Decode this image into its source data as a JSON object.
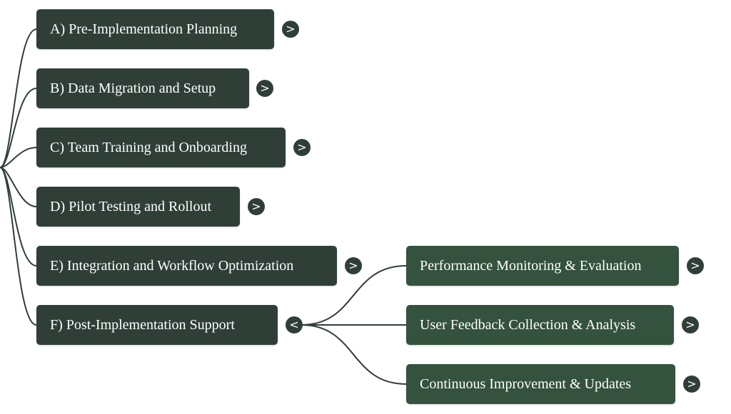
{
  "colors": {
    "main_node": "#2f3f38",
    "sub_node": "#34523d",
    "connector": "#2f3f38",
    "background": "#ffffff",
    "text": "#ffffff"
  },
  "icons": {
    "collapsed": "chevron-right-icon",
    "expanded": "chevron-left-icon"
  },
  "branches": [
    {
      "label": "A) Pre-Implementation Planning",
      "toggle": ">",
      "expanded": false
    },
    {
      "label": "B) Data Migration and Setup",
      "toggle": ">",
      "expanded": false
    },
    {
      "label": "C) Team Training and Onboarding",
      "toggle": ">",
      "expanded": false
    },
    {
      "label": "D) Pilot Testing and Rollout",
      "toggle": ">",
      "expanded": false
    },
    {
      "label": "E) Integration and Workflow Optimization",
      "toggle": ">",
      "expanded": false
    },
    {
      "label": "F) Post-Implementation Support",
      "toggle": "<",
      "expanded": true,
      "children": [
        {
          "label": "Performance Monitoring & Evaluation",
          "toggle": ">"
        },
        {
          "label": "User Feedback Collection & Analysis",
          "toggle": ">"
        },
        {
          "label": "Continuous Improvement & Updates",
          "toggle": ">"
        }
      ]
    }
  ]
}
